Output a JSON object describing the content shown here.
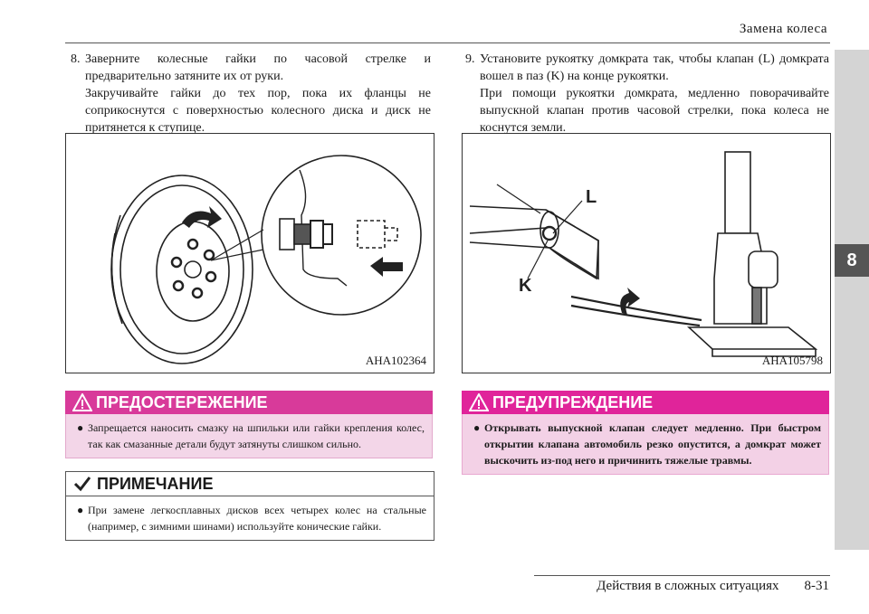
{
  "header": {
    "title": "Замена колеса"
  },
  "chapter_tab": "8",
  "step8": {
    "number": "8.",
    "para1": "Заверните колесные гайки по часовой стрелке и предварительно затяните их от руки.",
    "para2": "Закручивайте гайки до тех пор, пока их фланцы не соприкоснутся с поверхностью колесного диска и диск не притянется к ступице."
  },
  "step9": {
    "number": "9.",
    "para1": "Установите рукоятку домкрата так, чтобы клапан (L) домкрата вошел в паз (K) на конце рукоятки.",
    "para2": "При помощи рукоятки домкрата, медленно поворачивайте выпускной клапан против часовой стрелки, пока колеса не коснутся земли."
  },
  "figure1": {
    "code": "AHA102364"
  },
  "figure2": {
    "code": "AHA105798",
    "label_l": "L",
    "label_k": "K"
  },
  "warning_left": {
    "title": "ПРЕДОСТЕРЕЖЕНИЕ",
    "bullet": "●",
    "text": "Запрещается наносить смазку на шпильки или гайки крепления колес, так как смазанные детали будут затянуты слишком сильно."
  },
  "warning_right": {
    "title": "ПРЕДУПРЕЖДЕНИЕ",
    "bullet": "●",
    "text": "Открывать выпускной клапан следует медленно. При быстром открытии клапана автомобиль резко опустится, а домкрат может выскочить из-под него и причинить тяжелые травмы."
  },
  "note": {
    "title": "ПРИМЕЧАНИЕ",
    "bullet": "●",
    "text": "При замене легкосплавных дисков всех четырех колес на стальные (например, с зимними шинами) используйте конические гайки."
  },
  "footer": {
    "section": "Действия в сложных ситуациях",
    "page": "8-31"
  },
  "colors": {
    "warning_header": "#d83a9a",
    "caution_header": "#e0249a",
    "side_strip": "#d4d4d4",
    "tab": "#555555"
  },
  "icons": {
    "warning": "warning-triangle-icon",
    "note": "pencil-icon"
  }
}
